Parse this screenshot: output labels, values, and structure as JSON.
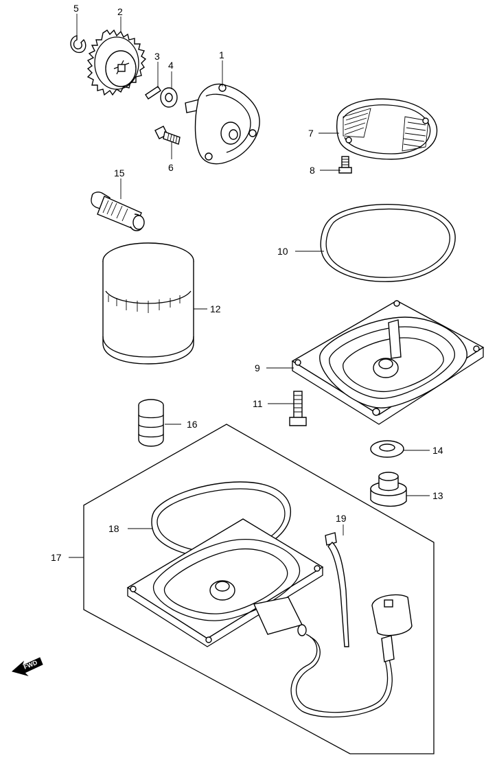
{
  "callouts": {
    "p1": "1",
    "p2": "2",
    "p3": "3",
    "p4": "4",
    "p5": "5",
    "p6": "6",
    "p7": "7",
    "p8": "8",
    "p9": "9",
    "p10": "10",
    "p11": "11",
    "p12": "12",
    "p13": "13",
    "p14": "14",
    "p15": "15",
    "p16": "16",
    "p17": "17",
    "p18": "18",
    "p19": "19"
  },
  "direction_marker": {
    "label": "FWD"
  },
  "colors": {
    "line": "#000000",
    "background": "#ffffff"
  }
}
